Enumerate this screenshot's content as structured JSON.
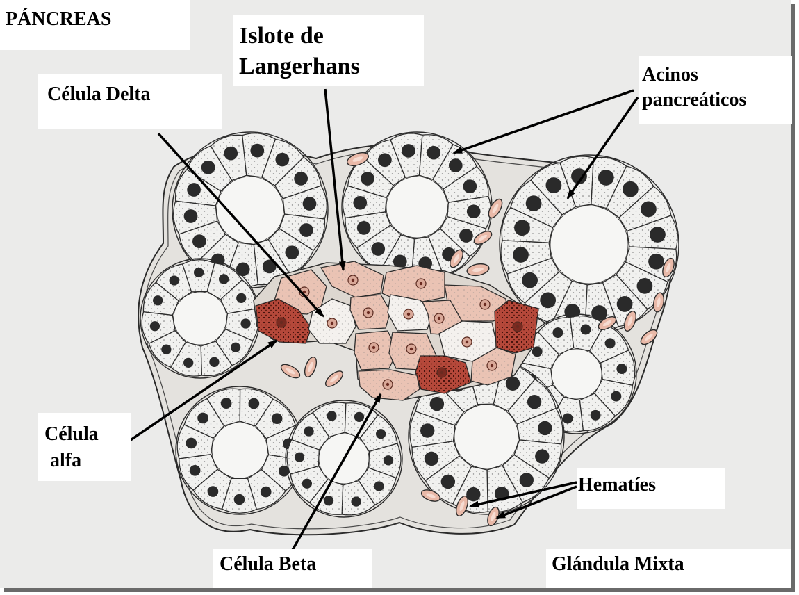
{
  "labels": {
    "title": "PÁNCREAS",
    "islote_line1": "Islote de",
    "islote_line2": "Langerhans",
    "delta": "Célula Delta",
    "acinos_line1": "Acinos",
    "acinos_line2": "pancreáticos",
    "alfa_line1": "Célula",
    "alfa_line2": "alfa",
    "hematies": "Hematíes",
    "beta": "Célula Beta",
    "glandula": "Glándula Mixta"
  },
  "colors": {
    "background": "#ebebea",
    "label_bg": "#ffffff",
    "outline": "#2b2b2b",
    "acinar_cell": "#f1f1ef",
    "nucleus": "#2a2a2a",
    "beta_cell": "#eac3b4",
    "beta_cell_light": "#f1d2c5",
    "alpha_cell": "#b5483a",
    "delta_cell": "#f4f1ee",
    "red_blood_cell": "#e9b9a8"
  }
}
